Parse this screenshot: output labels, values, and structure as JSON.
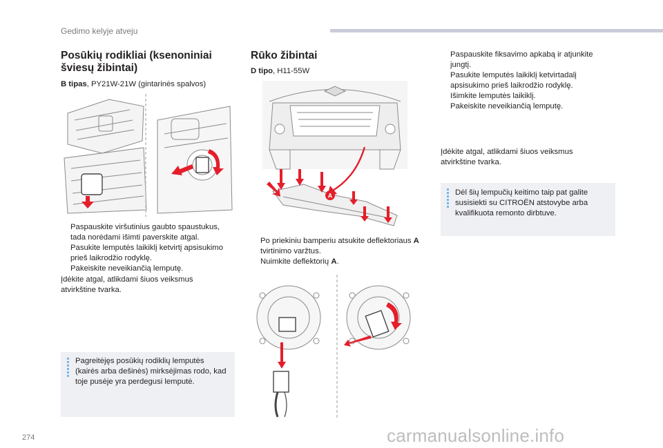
{
  "header": {
    "title": "Gedimo kelyje atveju"
  },
  "page_number": "274",
  "watermark": "carmanualsonline.info",
  "left": {
    "heading_line1": "Posūkių rodikliai (ksenoniniai",
    "heading_line2": "šviesų žibintai)",
    "type_label": "B tipas",
    "type_value": ", PY21W-21W (gintarinės spalvos)",
    "steps": [
      "Paspauskite viršutinius gaubto spaustukus, tada norėdami išimti paverskite atgal.",
      "Pasukite lemputės laikiklį ketvirtį apsisukimo prieš laikrodžio rodyklę.",
      "Pakeiskite neveikiančią lemputę."
    ],
    "reinstall": "Įdėkite atgal, atlikdami šiuos veiksmus atvirkštine tvarka.",
    "note": "Pagreitėjęs posūkių rodiklių lemputės (kairės arba dešinės) mirksėjimas rodo, kad toje pusėje yra perdegusi lemputė."
  },
  "middle": {
    "heading": "Rūko žibintai",
    "type_label": "D tipo",
    "type_value": ", H11-55W",
    "callout": "A",
    "step1_pre": "Po priekiniu bamperiu atsukite deflektoriaus ",
    "step1_bold": "A",
    "step1_post": " tvirtinimo varžtus.",
    "step2_pre": "Nuimkite deflektorių ",
    "step2_bold": "A",
    "step2_post": "."
  },
  "right": {
    "steps": [
      "Paspauskite fiksavimo apkabą ir atjunkite jungtį.",
      "Pasukite lemputės laikiklį ketvirtadalį apsisukimo prieš laikrodžio rodyklę.",
      "Išimkite lemputės laikiklį.",
      "Pakeiskite neveikiančią lemputę."
    ],
    "reinstall": "Įdėkite atgal, atlikdami šiuos veiksmus atvirkštine tvarka.",
    "note": "Dėl šių lempučių keitimo taip pat galite susisiekti su CITROËN atstovybe arba kvalifikuota remonto dirbtuve."
  },
  "bullet_glyph": "",
  "colors": {
    "accent_red": "#e41e2b",
    "note_bg": "#eef0f4",
    "note_stripe": "#74b6e7",
    "header_bar": "#c9ccd8"
  }
}
